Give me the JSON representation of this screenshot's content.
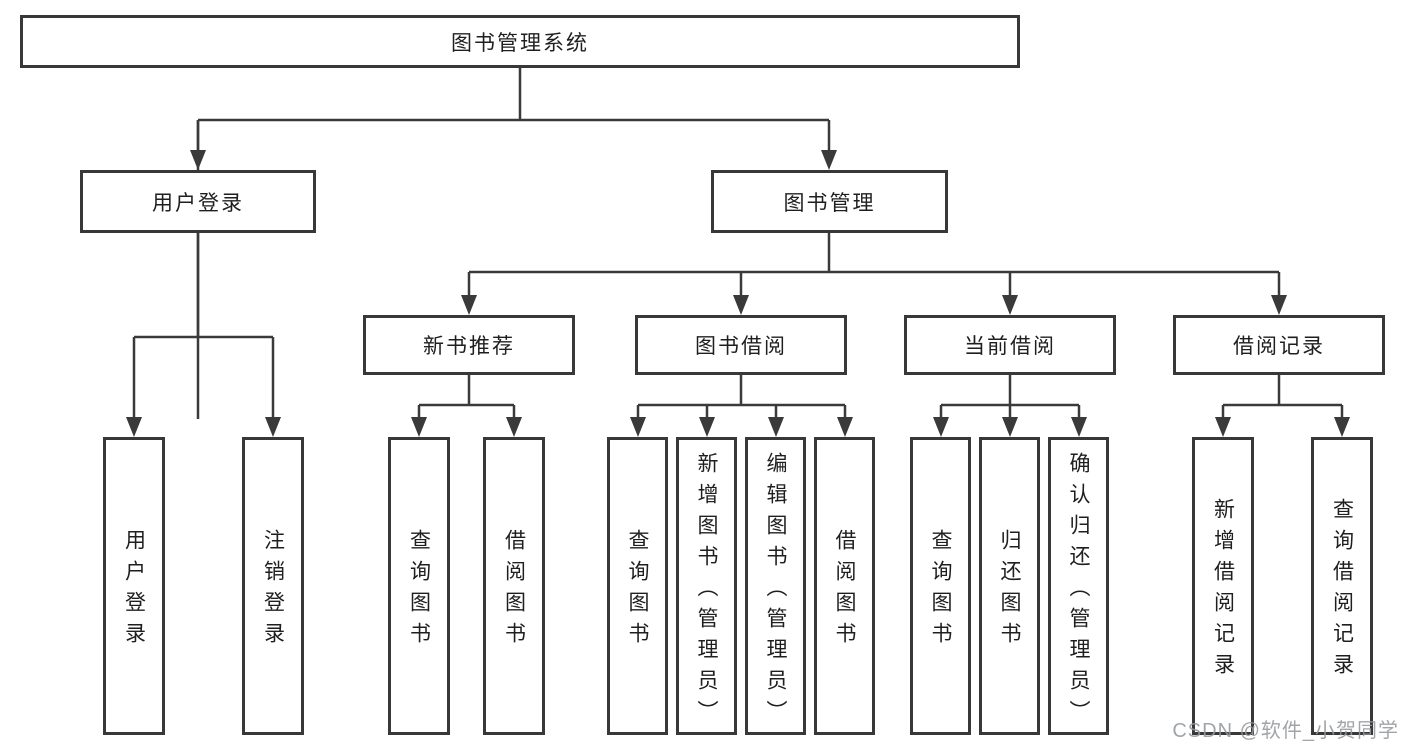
{
  "diagram": {
    "type": "tree",
    "line_color": "#3a3a3a",
    "box_border_color": "#383838",
    "background_color": "#ffffff",
    "root": {
      "label": "图书管理系统"
    },
    "branches": [
      {
        "label": "用户登录",
        "children": [
          {
            "label": "用户登录"
          },
          {
            "label": "注销登录"
          }
        ]
      },
      {
        "label": "图书管理",
        "groups": [
          {
            "label": "新书推荐",
            "children": [
              {
                "label": "查询图书"
              },
              {
                "label": "借阅图书"
              }
            ]
          },
          {
            "label": "图书借阅",
            "children": [
              {
                "label": "查询图书"
              },
              {
                "label": "新增图书（管理员）"
              },
              {
                "label": "编辑图书（管理员）"
              },
              {
                "label": "借阅图书"
              }
            ]
          },
          {
            "label": "当前借阅",
            "children": [
              {
                "label": "查询图书"
              },
              {
                "label": "归还图书"
              },
              {
                "label": "确认归还（管理员）"
              }
            ]
          },
          {
            "label": "借阅记录",
            "children": [
              {
                "label": "新增借阅记录"
              },
              {
                "label": "查询借阅记录"
              }
            ]
          }
        ]
      }
    ]
  },
  "watermark": {
    "text": "CSDN @软件_小贺同学",
    "color": "#94989c"
  }
}
